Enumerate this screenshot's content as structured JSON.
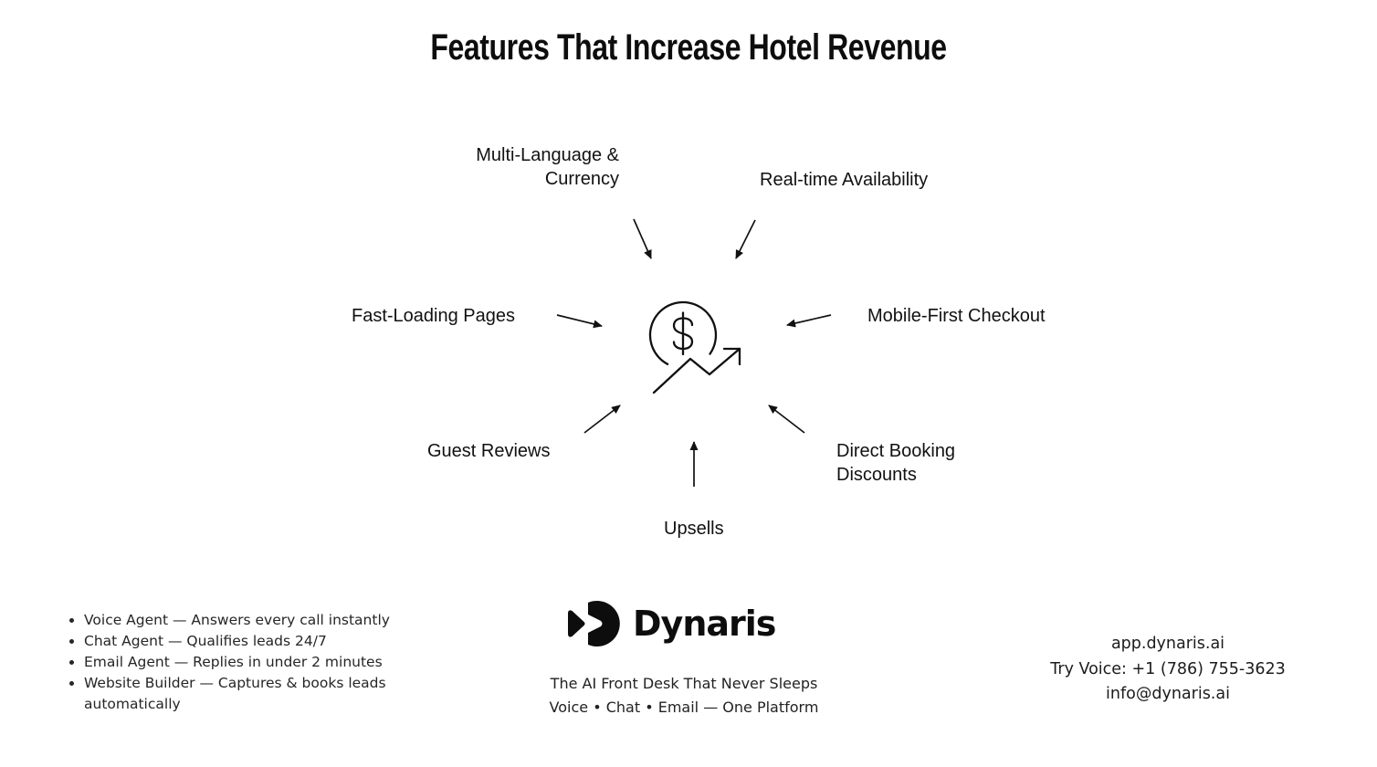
{
  "title": "Features That Increase Hotel Revenue",
  "diagram": {
    "center_icon": "dollar-coin-growth-arrow",
    "features": {
      "multi_language": "Multi-Language &\nCurrency",
      "realtime": "Real-time Availability",
      "fast_loading": "Fast-Loading Pages",
      "mobile_first": "Mobile-First Checkout",
      "guest_reviews": "Guest Reviews",
      "direct_booking": "Direct Booking\nDiscounts",
      "upsells": "Upsells"
    }
  },
  "footer": {
    "bullets": [
      "Voice Agent — Answers every call instantly",
      "Chat Agent — Qualifies leads 24/7",
      "Email Agent — Replies in under 2 minutes",
      "Website Builder — Captures & books leads automatically"
    ],
    "brand": {
      "name": "Dynaris",
      "tagline": "The AI Front Desk That Never Sleeps\nVoice • Chat • Email — One Platform"
    },
    "contact": {
      "website": "app.dynaris.ai",
      "phone": "Try Voice: +1 (786) 755-3623",
      "email": "info@dynaris.ai"
    }
  },
  "colors": {
    "background": "#ffffff",
    "text": "#111111",
    "logo": "#0d0d0d"
  }
}
